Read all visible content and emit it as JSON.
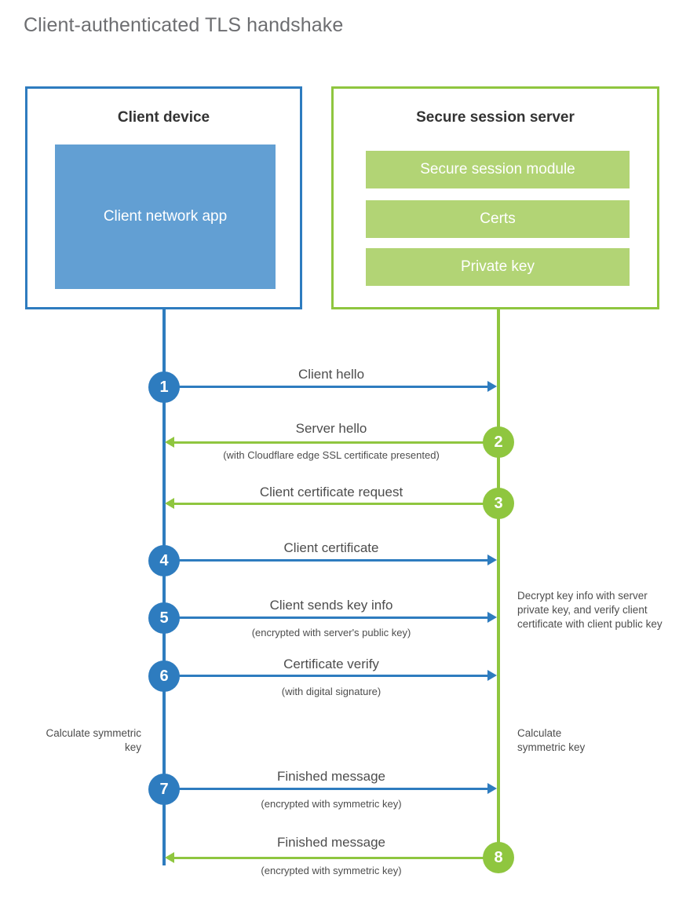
{
  "title": "Client-authenticated TLS handshake",
  "colors": {
    "client_blue": "#2e7cbf",
    "client_app_blue": "#629fd3",
    "server_green": "#8fc63f",
    "server_item_green": "#b2d475",
    "title_gray": "#6d6e71",
    "text_gray": "#4d4d4d"
  },
  "actors": {
    "client": {
      "title": "Client device",
      "app_label": "Client network app"
    },
    "server": {
      "title": "Secure session server",
      "items": [
        {
          "label": "Secure session module"
        },
        {
          "label": "Certs"
        },
        {
          "label": "Private key"
        }
      ]
    }
  },
  "steps": [
    {
      "number": "1",
      "label": "Client hello",
      "sub": "",
      "direction": "client-to-server",
      "color": "blue"
    },
    {
      "number": "2",
      "label": "Server hello",
      "sub": "(with Cloudflare edge SSL certificate presented)",
      "direction": "server-to-client",
      "color": "green"
    },
    {
      "number": "3",
      "label": "Client certificate request",
      "sub": "",
      "direction": "server-to-client",
      "color": "green"
    },
    {
      "number": "4",
      "label": "Client certificate",
      "sub": "",
      "direction": "client-to-server",
      "color": "blue"
    },
    {
      "number": "5",
      "label": "Client sends key info",
      "sub": "(encrypted with server's public key)",
      "direction": "client-to-server",
      "color": "blue"
    },
    {
      "number": "6",
      "label": "Certificate verify",
      "sub": "(with digital signature)",
      "direction": "client-to-server",
      "color": "blue"
    },
    {
      "number": "7",
      "label": "Finished message",
      "sub": "(encrypted with symmetric key)",
      "direction": "client-to-server",
      "color": "blue"
    },
    {
      "number": "8",
      "label": "Finished message",
      "sub": "(encrypted with symmetric key)",
      "direction": "server-to-client",
      "color": "green"
    }
  ],
  "annotations": {
    "server_decrypt": "Decrypt key info with server private key, and verify client certificate with client public key",
    "client_calculate": "Calculate symmetric key",
    "server_calculate": "Calculate symmetric key"
  }
}
